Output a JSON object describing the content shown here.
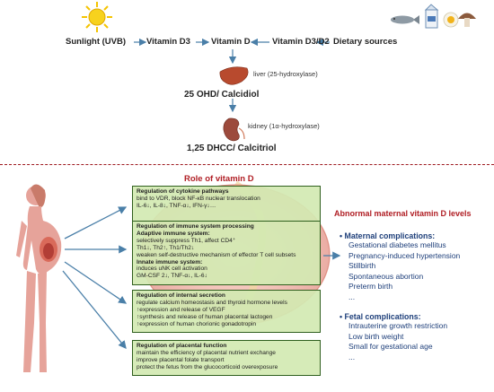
{
  "pathway": {
    "sunlight": "Sunlight (UVB)",
    "vitamin_d3": "Vitamin D3",
    "vitamin_d": "Vitamin D",
    "vitamin_d3_d2": "Vitamin D3/D2",
    "dietary": "Dietary sources",
    "liver": "liver (25-hydroxylase)",
    "calcidiol": "25 OHD/ Calcidiol",
    "kidney": "kidney (1α-hydroxylase)",
    "calcitriol": "1,25 DHCC/ Calcitriol"
  },
  "role_title": "Role of vitamin D",
  "boxes": [
    {
      "lines": [
        {
          "text": "Regulation of cytokine pathways",
          "bold": true
        },
        {
          "text": "bind to VDR, block NF-κB nuclear translocation",
          "bold": false
        },
        {
          "text": "IL-6↓, IL-8↓, TNF-α↓, IFN-γ↓…",
          "bold": false
        }
      ]
    },
    {
      "lines": [
        {
          "text": "Regulation of immune system processing",
          "bold": true
        },
        {
          "text": "Adaptive immune system:",
          "bold": true
        },
        {
          "text": "selectively suppress Th1, affect CD4⁺",
          "bold": false
        },
        {
          "text": "Th1↓, Th2↑, Th1/Th2↓",
          "bold": false
        },
        {
          "text": "weaken self-destructive mechanism of effector T cell subsets",
          "bold": false
        },
        {
          "text": "Innate immune system:",
          "bold": true
        },
        {
          "text": "induces uNK cell activation",
          "bold": false
        },
        {
          "text": "GM-CSF 2↓, TNF-α↓, IL-6↓",
          "bold": false
        }
      ]
    },
    {
      "lines": [
        {
          "text": "Regulation of internal secretion",
          "bold": true
        },
        {
          "text": "regulate calcium homeostasis and thyroid hormone levels",
          "bold": false
        },
        {
          "text": "↑expression and release of VEGF",
          "bold": false
        },
        {
          "text": "↑synthesis and release of human placental lactogen",
          "bold": false
        },
        {
          "text": "↑expression of human chorionic gonadotropin",
          "bold": false
        }
      ]
    },
    {
      "lines": [
        {
          "text": "Regulation of placental function",
          "bold": true
        },
        {
          "text": "maintain the efficiency of placental nutrient exchange",
          "bold": false
        },
        {
          "text": "improve placental folate transport",
          "bold": false
        },
        {
          "text": "protect the fetus from the glucocorticoid overexposure",
          "bold": false
        }
      ]
    }
  ],
  "right_panel": {
    "title": "Abnormal maternal vitamin D levels",
    "maternal_heading": "Maternal complications:",
    "maternal_items": [
      "Gestational diabetes mellitus",
      "Pregnancy-induced hypertension",
      "Stillbirth",
      "Spontaneous abortion",
      "Preterm birth",
      "..."
    ],
    "fetal_heading": "Fetal complications:",
    "fetal_items": [
      "Intrauterine growth restriction",
      "Low birth weight",
      "Small for gestational age",
      "..."
    ]
  },
  "colors": {
    "box_fill": "#d2e9b2",
    "box_border": "#2f5f1e",
    "accent_red": "#b01e24",
    "navy": "#1e3f7a",
    "arrow_blue": "#4a7fa8",
    "sun": "#f5c400",
    "liver": "#b84a2e",
    "kidney": "#9c4a3c",
    "body_skin": "#e6a39a"
  },
  "icons": {
    "sun": "sun-icon",
    "liver": "liver-icon",
    "kidney": "kidney-icon",
    "fish": "fish-icon",
    "milk": "milk-carton-icon",
    "egg": "egg-icon",
    "mushroom": "mushroom-icon",
    "pregnant_woman": "pregnant-woman-icon",
    "placenta": "placenta-background"
  }
}
